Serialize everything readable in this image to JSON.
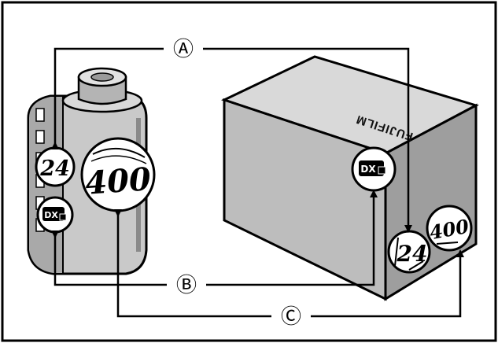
{
  "callouts": {
    "a": "Ⓐ",
    "b": "Ⓑ",
    "c": "Ⓒ"
  },
  "canister": {
    "exposures": "24",
    "iso": "400",
    "dx_mark": "DX"
  },
  "box": {
    "brand": "FUJIFILM",
    "dx_mark": "DX",
    "exposures": "24",
    "iso": "400"
  }
}
